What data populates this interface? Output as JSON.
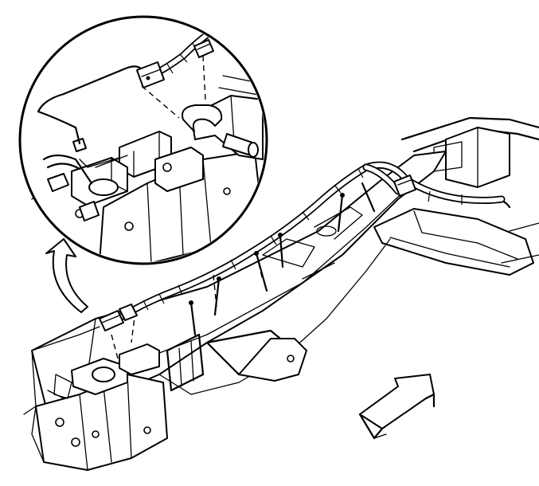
{
  "diagram": {
    "components": {
      "frame_rail": "frame-rail",
      "crossmember": "crossmember",
      "wiring_harness": "wiring-harness",
      "harness_clips": "harness-clips",
      "electrical_connectors": "electrical-connectors",
      "mounting_bracket": "mounting-bracket",
      "detail_view": "circular-detail-view",
      "detail_pointer": "curved-pointer-arrow",
      "direction_indicator": "front-direction-arrow"
    },
    "colors": {
      "line": "#000000",
      "background": "#ffffff"
    }
  }
}
